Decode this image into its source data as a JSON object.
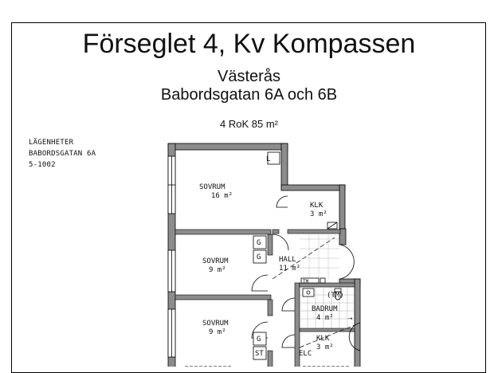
{
  "document": {
    "title": "Förseglet 4, Kv Kompassen",
    "city": "Västerås",
    "address": "Babordsgatan 6A och 6B",
    "apartment_size": "4 RoK 85 m²"
  },
  "meta": {
    "line1": "LÄGENHETER",
    "line2": "BABORDSGATAN 6A",
    "line3": "5-1002"
  },
  "rooms": {
    "sovrum1": {
      "name": "SOVRUM",
      "area": "16 m²"
    },
    "klk1": {
      "name": "KLK",
      "area": "3 m²"
    },
    "sovrum2": {
      "name": "SOVRUM",
      "area": "9 m²"
    },
    "hall": {
      "name": "HALL",
      "area": "11 m²"
    },
    "sovrum3": {
      "name": "SOVRUM",
      "area": "9 m²"
    },
    "badrum": {
      "name": "BADRUM",
      "area": "4 m²"
    },
    "klk2": {
      "name": "KLK",
      "area": "3 m²"
    }
  },
  "fixtures": {
    "l": "L",
    "g1": "G",
    "g2": "G",
    "g3": "G",
    "st": "ST",
    "tm": "(TM)",
    "tm2": "TM",
    "elc": "ELC"
  }
}
